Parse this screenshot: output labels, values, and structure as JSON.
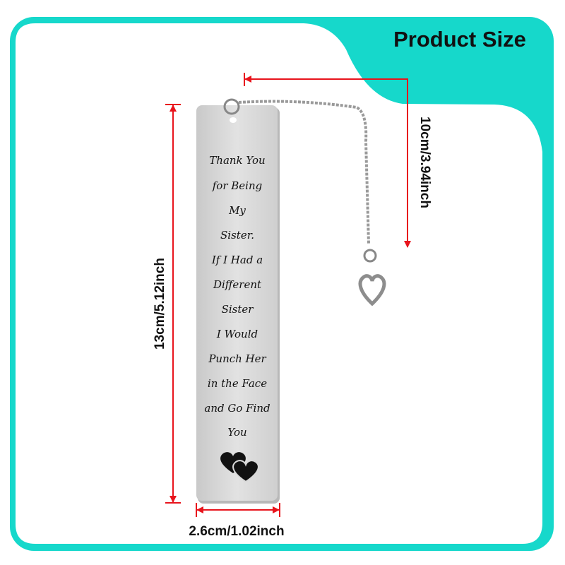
{
  "header": {
    "title": "Product Size"
  },
  "dimensions": {
    "chain_length": "10cm/3.94inch",
    "height": "13cm/5.12inch",
    "width": "2.6cm/1.02inch"
  },
  "bookmark": {
    "lines": [
      "Thank You",
      "for Being",
      "My",
      "Sister.",
      "If I Had a",
      "Different",
      "Sister",
      "I Would",
      "Punch Her",
      "in the Face",
      "and Go Find",
      "You"
    ]
  },
  "colors": {
    "frame": "#16d8cb",
    "arrow": "#e8141c",
    "metal": "#d6d6d6"
  }
}
